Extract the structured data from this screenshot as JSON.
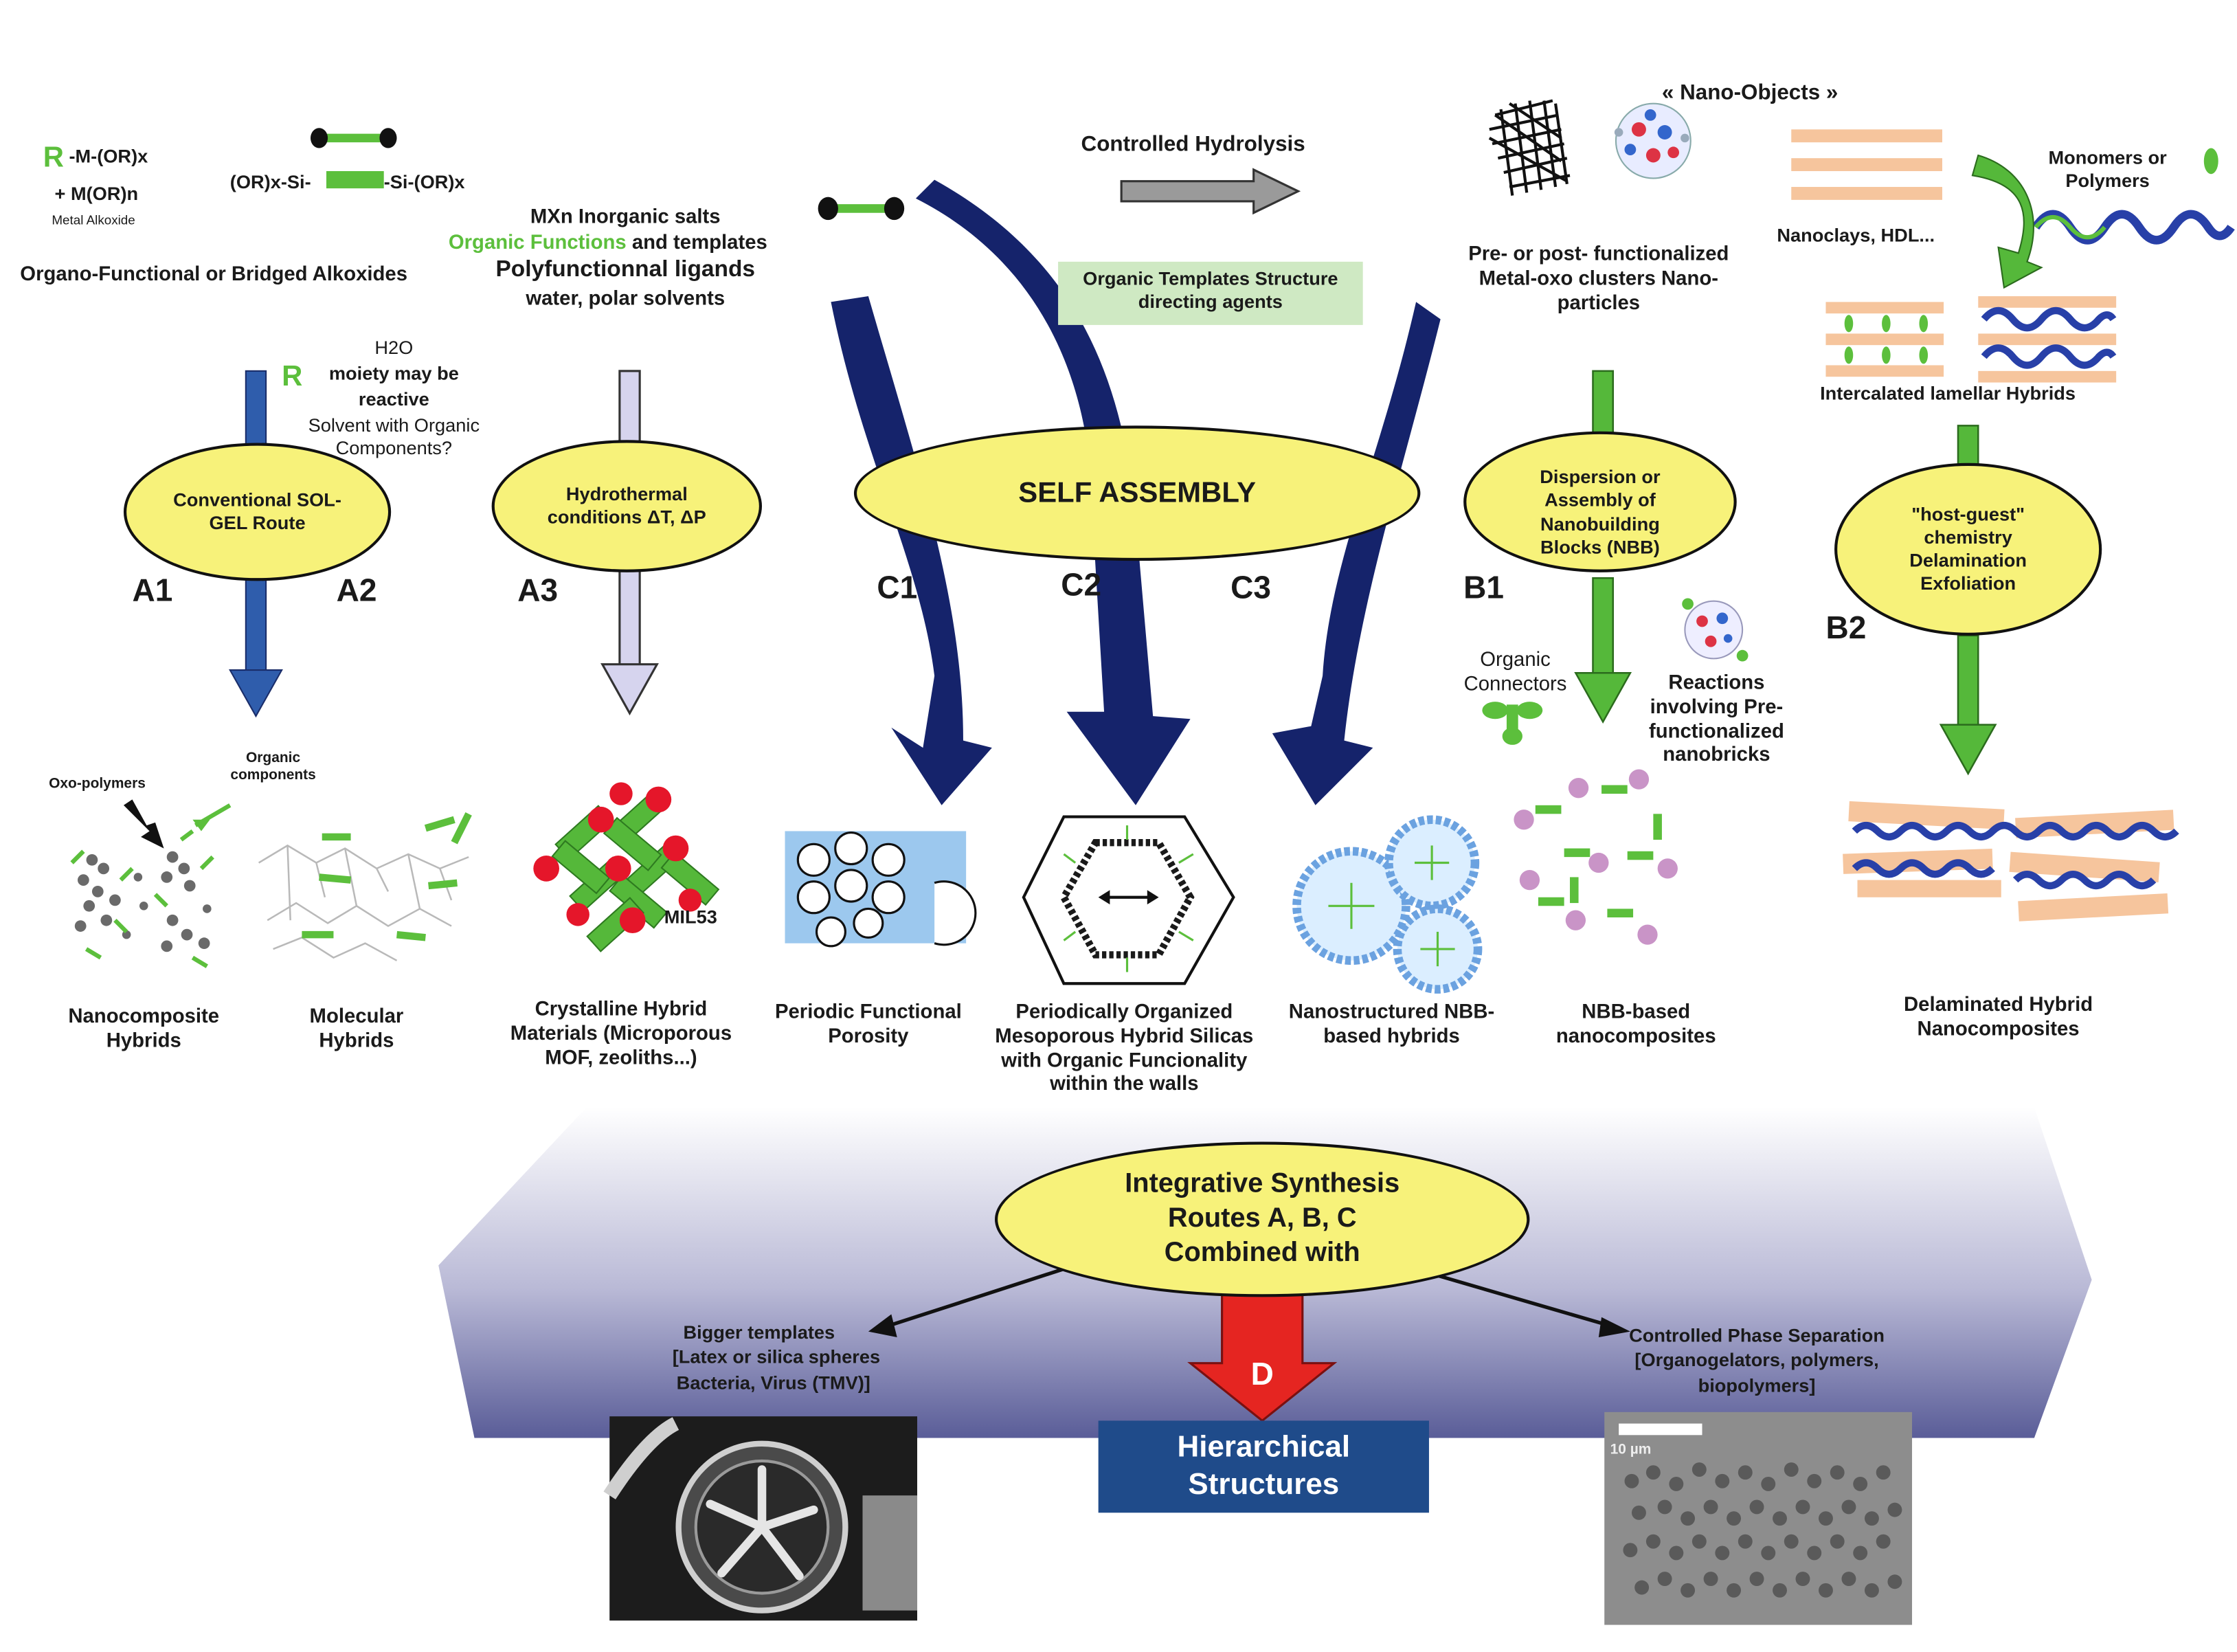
{
  "colors": {
    "route_a_arrow": "#2f5dac",
    "route_a3_arrow": "#cfcfe8",
    "route_b_arrow": "#55b83a",
    "self_assembly_arrow": "#15236b",
    "ellipse_fill": "#f7f27a",
    "banner": "#1f4b8a",
    "red_arrow": "#e52521",
    "green": "#5cbf3c",
    "template_box": "#cfe9c3",
    "layer": "#f6c59d"
  },
  "precursors": {
    "r_symbol": "R",
    "alkoxide_formula": "-M-(OR)x",
    "plus_alkoxide": "+  M(OR)n",
    "metal_alkoxide": "Metal Alkoxide",
    "bridged_left": "(OR)x-Si-",
    "bridged_right": "-Si-(OR)x",
    "caption": "Organo-Functional or Bridged Alkoxides",
    "mx_line": "MXn Inorganic salts",
    "organic_functions": "Organic Functions",
    "templates_suffix": " and templates",
    "polyfunctional": "Polyfunctionnal ligands",
    "solvents": "water, polar solvents"
  },
  "route_a": {
    "h2o": "H2O",
    "r_note": "R",
    "moiety": "moiety may be",
    "reactive": "reactive",
    "solvent_note": "Solvent with Organic Components?",
    "sol_gel": "Conventional SOL-GEL Route",
    "hydrothermal": "Hydrothermal conditions ΔT, ΔP",
    "labels": [
      "A1",
      "A2",
      "A3"
    ]
  },
  "self_assembly": {
    "controlled_hydrolysis": "Controlled Hydrolysis",
    "templates_box": "Organic Templates Structure directing agents",
    "ellipse": "SELF ASSEMBLY",
    "labels": [
      "C1",
      "C2",
      "C3"
    ]
  },
  "route_b": {
    "nano_objects": "« Nano-Objects »",
    "clusters": "Pre- or post- functionalized Metal-oxo clusters Nano-particles",
    "nanoclays": "Nanoclays, HDL...",
    "monomers": "Monomers or Polymers",
    "intercalated": "Intercalated lamellar Hybrids",
    "dispersion": "Dispersion or Assembly of Nanobuilding Blocks (NBB)",
    "host_guest": "\"host-guest\" chemistry Delamination Exfoliation",
    "organic_connectors": "Organic Connectors",
    "reactions": "Reactions involving Pre- functionalized nanobricks",
    "labels": [
      "B1",
      "B2"
    ]
  },
  "products": {
    "oxo_polymers": "Oxo-polymers",
    "organic_components": "Organic components",
    "mil53": "MIL53",
    "items": [
      "Nanocomposite Hybrids",
      "Molecular Hybrids",
      "Crystalline Hybrid Materials (Microporous MOF, zeoliths...)",
      "Periodic Functional Porosity",
      "Periodically Organized Mesoporous Hybrid Silicas with Organic Funcionality within the walls",
      "Nanostructured NBB-based hybrids",
      "NBB-based nanocomposites",
      "Delaminated Hybrid Nanocomposites"
    ]
  },
  "integrative": {
    "ellipse": "Integrative Synthesis Routes A, B, C Combined with",
    "bigger_templates": "Bigger templates",
    "latex": "[Latex or silica spheres",
    "bacteria": "Bacteria, Virus (TMV)]",
    "phase_sep": "Controlled Phase Separation",
    "organogelators": "[Organogelators, polymers,",
    "biopolymers": "biopolymers]",
    "d_label": "D",
    "hierarchical": "Hierarchical Structures",
    "scale_label": "10 µm"
  }
}
